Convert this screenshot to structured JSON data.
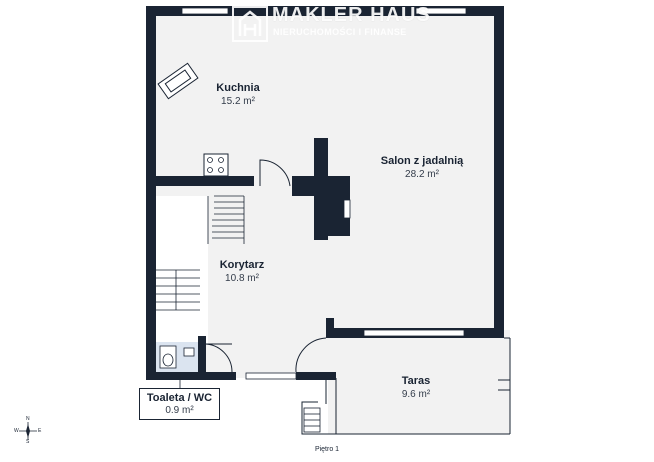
{
  "logo": {
    "title": "MAKLER HAUS",
    "subtitle": "NIERUCHOMOŚCI I FINANSE",
    "icon": "house-logo-icon"
  },
  "rooms": {
    "kuchnia": {
      "name": "Kuchnia",
      "area": "15.2 m²"
    },
    "salon": {
      "name": "Salon z jadalnią",
      "area": "28.2 m²"
    },
    "korytarz": {
      "name": "Korytarz",
      "area": "10.8 m²"
    },
    "taras": {
      "name": "Taras",
      "area": "9.6 m²"
    },
    "toaleta": {
      "name": "Toaleta / WC",
      "area": "0.9 m²"
    }
  },
  "floor": {
    "label": "Piętro 1"
  },
  "compass": {
    "n": "N",
    "s": "S",
    "e": "E",
    "w": "W"
  },
  "colors": {
    "wall": "#1a2433",
    "floor": "#f2f2f2",
    "wc_floor": "#dbe4f0",
    "window": "#ffffff"
  }
}
